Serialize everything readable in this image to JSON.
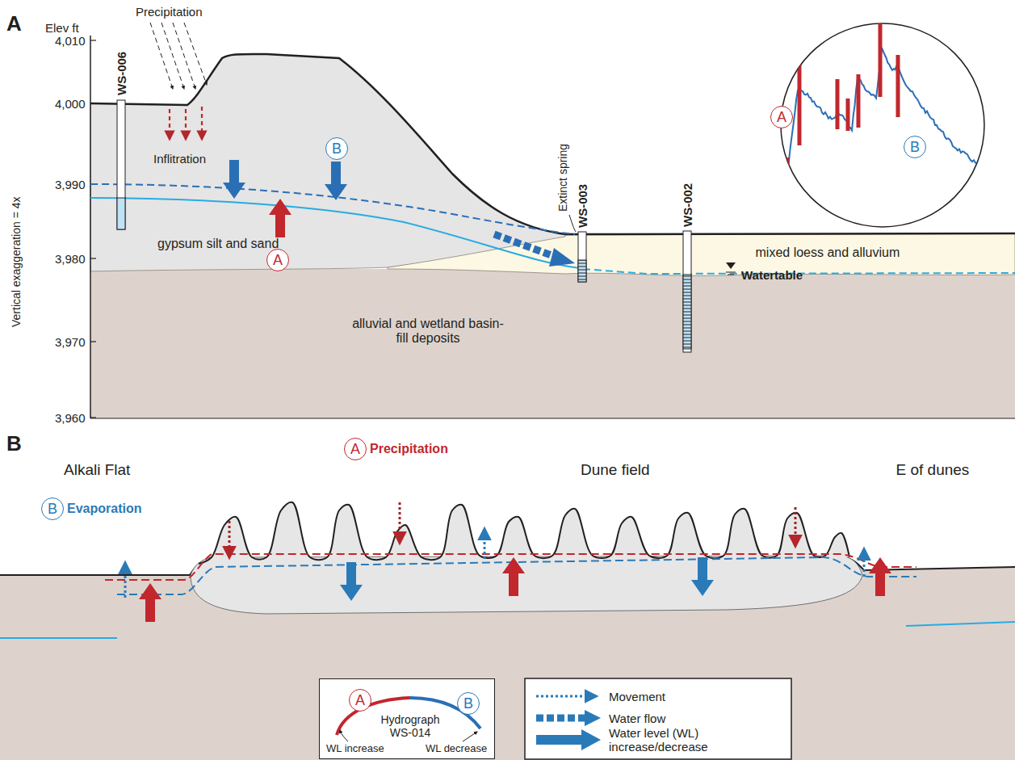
{
  "diagram": {
    "nodes": [
      {
        "text": [
          "B"
        ]
      },
      {
        "text": [
          "A"
        ]
      },
      {
        "text": [
          "A"
        ]
      },
      {
        "text": [
          "B"
        ]
      },
      {
        "text": [
          "A",
          "Precipitation"
        ]
      },
      {
        "text": [
          "B",
          "Evaporation"
        ]
      },
      {
        "text": [
          "Hydrograph WS-014",
          "WL increase",
          "WL decrease"
        ]
      },
      {
        "text": [
          "A"
        ],
        "in": 6
      },
      {
        "text": [
          "B"
        ],
        "in": 6
      }
    ],
    "labels": [
      "A",
      "Elev ft",
      "4,010",
      "4,000",
      "3,990",
      "3,980",
      "3,970",
      "3,960",
      "Vertical exaggeration = 4x",
      "Precipitation",
      "WS-006",
      "Inflitration",
      "gypsum silt and sand",
      "Extinct spring",
      "WS-003",
      "WS-002",
      "mixed loess and alluvium",
      "Watertable",
      "alluvial and wetland basin-fill deposits",
      "B",
      "Alkali Flat",
      "Dune field",
      "E of dunes"
    ],
    "legend": [
      {
        "text": "Movement"
      },
      {
        "text": "Water flow"
      },
      {
        "text": "Water level (WL) increase/decrease"
      }
    ]
  }
}
